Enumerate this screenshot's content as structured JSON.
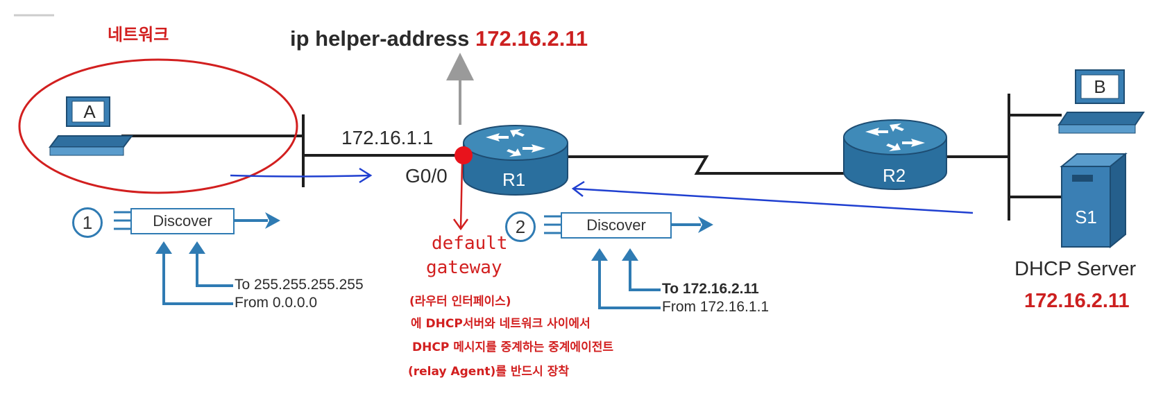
{
  "helper_command": {
    "text": "ip helper-address",
    "ip": "172.16.2.11"
  },
  "router_r1": {
    "name": "R1",
    "ip": "172.16.1.1",
    "interface": "G0/0"
  },
  "router_r2": {
    "name": "R2"
  },
  "host_a": {
    "label": "A"
  },
  "host_b": {
    "label": "B"
  },
  "server_s1": {
    "label": "S1",
    "role": "DHCP Server",
    "ip": "172.16.2.11"
  },
  "step1": {
    "number": "1",
    "message": "Discover",
    "to": "To 255.255.255.255",
    "from": "From 0.0.0.0"
  },
  "step2": {
    "number": "2",
    "message": "Discover",
    "to": "To 172.16.2.11",
    "from": "From 172.16.1.1"
  },
  "annotations": {
    "network_label": "네트워크",
    "default_gateway_1": "default",
    "default_gateway_2": "gateway",
    "note_line1": "(라우터 인터페이스)",
    "note_line2": "에 DHCP서버와 네트워크 사이에서",
    "note_line3": "DHCP 메시지를 중계하는 중계에이전트",
    "note_line4": "(relay Agent)를 반드시 장착"
  },
  "colors": {
    "router": "#2a6f9e",
    "router_top": "#3f8ab8",
    "computer": "#3a7fb4",
    "accent_red": "#d21f1f",
    "annotation_blue": "#1f3fd0",
    "flow_blue": "#2f7bb3"
  }
}
